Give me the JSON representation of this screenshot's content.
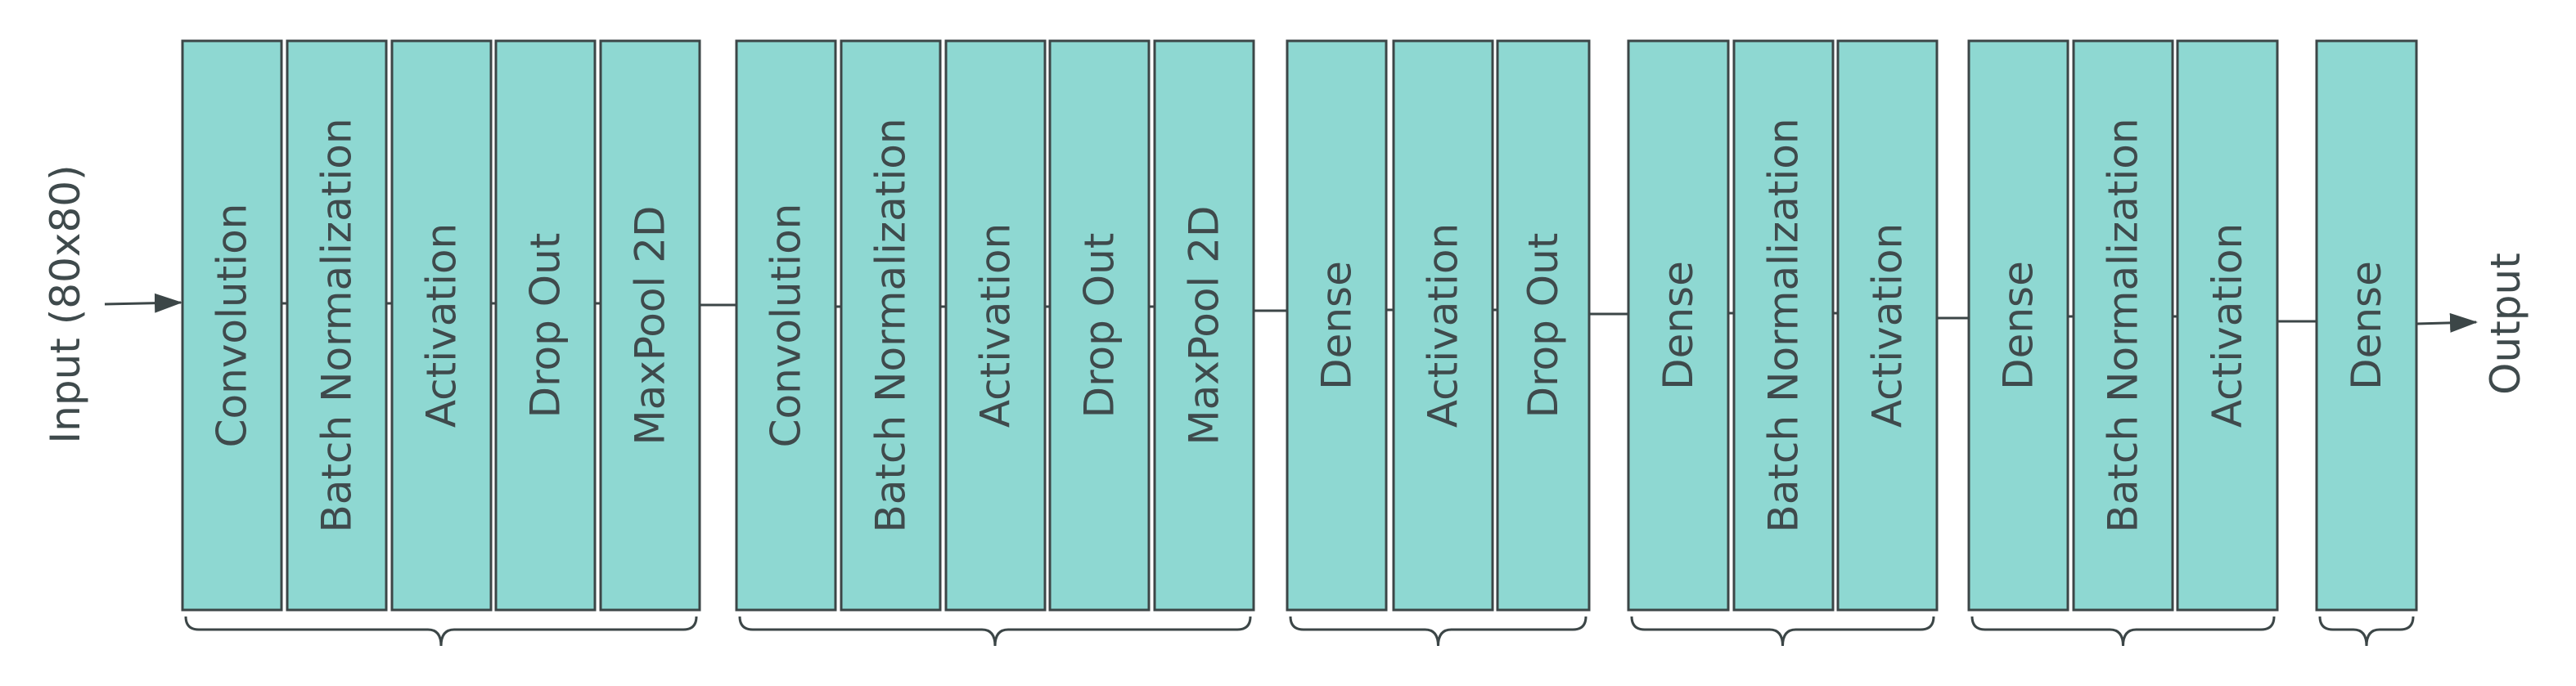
{
  "input_label": "Input (80x80)",
  "output_label": "Output",
  "colors": {
    "layer_fill": "#8ed8d2",
    "stroke": "#3c4647",
    "text": "#3f4a4c"
  },
  "groups": [
    {
      "layers": [
        "Convolution",
        "Batch Normalization",
        "Activation",
        "Drop Out",
        "MaxPool 2D"
      ]
    },
    {
      "layers": [
        "Convolution",
        "Batch Normalization",
        "Activation",
        "Drop Out",
        "MaxPool 2D"
      ]
    },
    {
      "layers": [
        "Dense",
        "Activation",
        "Drop Out"
      ]
    },
    {
      "layers": [
        "Dense",
        "Batch Normalization",
        "Activation"
      ]
    },
    {
      "layers": [
        "Dense",
        "Batch Normalization",
        "Activation"
      ]
    },
    {
      "layers": [
        "Dense"
      ]
    }
  ]
}
